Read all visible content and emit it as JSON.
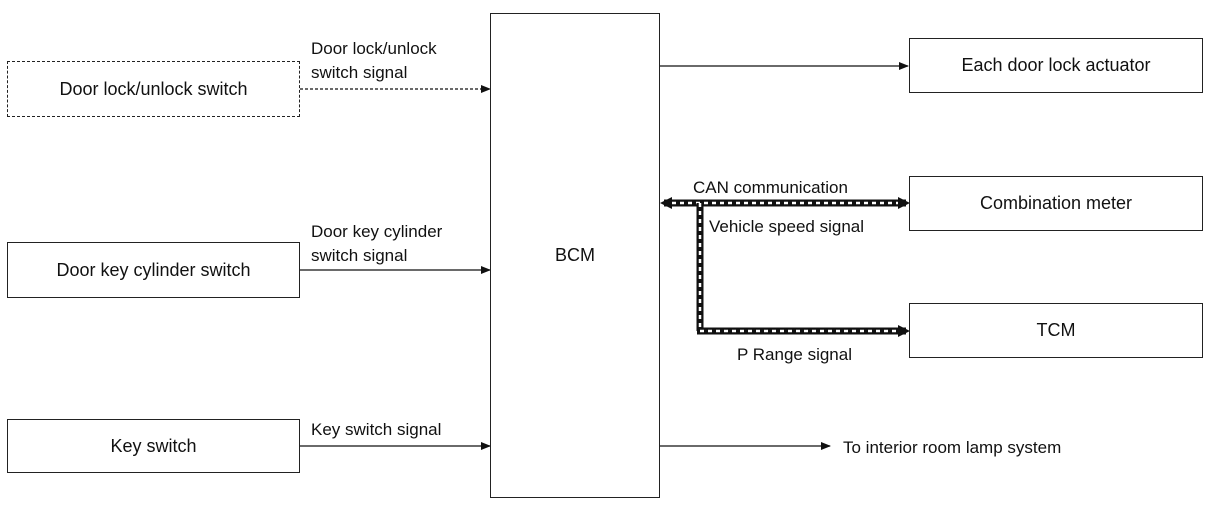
{
  "diagram": {
    "inputs": [
      {
        "name": "Door lock/unlock switch",
        "signal_line1": "Door lock/unlock",
        "signal_line2": "switch signal"
      },
      {
        "name": "Door key cylinder switch",
        "signal_line1": "Door key cylinder",
        "signal_line2": "switch signal"
      },
      {
        "name": "Key switch",
        "signal_line1": "Key switch signal"
      }
    ],
    "center": {
      "name": "BCM"
    },
    "outputs": {
      "actuator": "Each door lock actuator",
      "meter": "Combination meter",
      "tcm": "TCM",
      "room_lamp": "To interior room lamp system"
    },
    "can": {
      "title": "CAN communication",
      "speed_signal": "Vehicle speed signal",
      "range_signal": "P Range signal"
    }
  }
}
